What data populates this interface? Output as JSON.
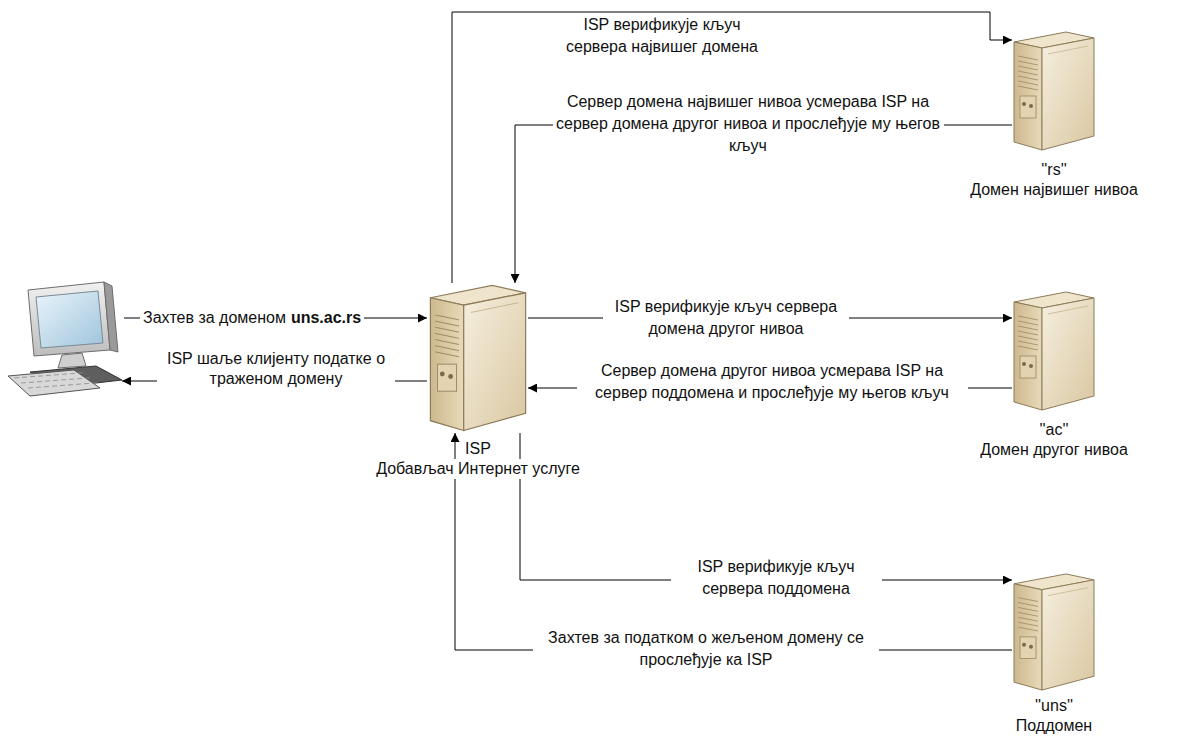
{
  "diagram": {
    "nodes": [
      {
        "text": [
          "ISP",
          "Добављач Интернет услуге"
        ]
      },
      {
        "text": [
          "''rs''",
          "Домен највишег нивоа"
        ]
      },
      {
        "text": [
          "''ac''",
          "Домен другог нивоа"
        ]
      },
      {
        "text": [
          "''uns''",
          "Поддомен"
        ]
      }
    ],
    "edges": [
      {
        "from": 0,
        "to": 1,
        "arrow": "to",
        "label": "ISP верификује кључ сервера највишег домена"
      },
      {
        "from": 1,
        "to": 0,
        "arrow": "to",
        "label": "Сервер домена највишег нивоа усмерава ISP на сервер домена другог нивоа и прослеђује му његов кључ"
      },
      {
        "from": 0,
        "to": 2,
        "arrow": "to",
        "label": "ISP верификује кључ сервера домена другог нивоа"
      },
      {
        "from": 2,
        "to": 0,
        "arrow": "to",
        "label": "Сервер домена другог нивоа усмерава ISP на сервер поддомена и прослеђује му његов кључ"
      },
      {
        "from": 0,
        "to": 3,
        "arrow": "to",
        "label": "ISP верификује кључ сервера поддомена"
      },
      {
        "from": 3,
        "to": 0,
        "arrow": "to",
        "label": "Захтев за податком о жељеном домену се прослеђује ка ISP"
      }
    ],
    "labels": [
      "Захтев за доменом",
      "uns.ac.rs",
      "ISP шаље клијенту податке о траженом домену"
    ]
  }
}
